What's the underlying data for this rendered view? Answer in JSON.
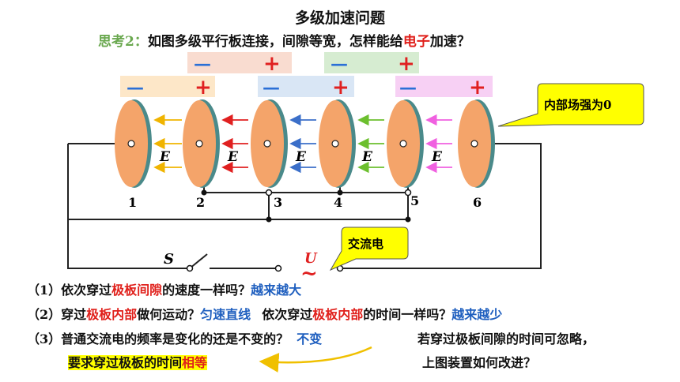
{
  "title": "多级加速问题",
  "question": {
    "label": "思考2：",
    "text_pre": "如图多级平行板连接，间隙等宽，怎样能给",
    "text_red": "电子",
    "text_post": "加速？"
  },
  "signs": {
    "minus": "—",
    "plus": "+"
  },
  "plate_numbers": [
    "1",
    "2",
    "3",
    "4",
    "5",
    "6"
  ],
  "field_label": "E",
  "switch_label": "S",
  "voltage_label": "U",
  "ac_symbol": "~",
  "callouts": {
    "inner_field": "内部场强为0",
    "ac": "交流电"
  },
  "colors": {
    "plate": "#f4a46a",
    "arrow_gold": "#f0b400",
    "arrow_red": "#e02020",
    "arrow_blue": "#3b6fc9",
    "arrow_green": "#6cbf2e",
    "arrow_pink": "#f060e0",
    "callout_fill": "#ffff00"
  },
  "lines": {
    "l1": {
      "pre": "（1）依次穿过",
      "red": "极板间隙",
      "mid": "的速度一样吗？",
      "blue": "越来越大"
    },
    "l2": {
      "pre": "（2）穿过",
      "red": "极板内部",
      "mid": "做何运动？",
      "blue": "匀速直线",
      "pre2": "依次穿过",
      "red2": "极板内部",
      "mid2": "的时间一样吗？",
      "blue2": "越来越少"
    },
    "l3": {
      "pre": "（3）普通交流电的频率是变化的还是不变的？",
      "blue": "不变"
    },
    "l4": {
      "hl": "要求穿过极板的时间",
      "hl_red": "相等"
    },
    "right": {
      "a": "若穿过极板间隙的时间可忽略，",
      "b": "上图装置如何改进？"
    }
  }
}
